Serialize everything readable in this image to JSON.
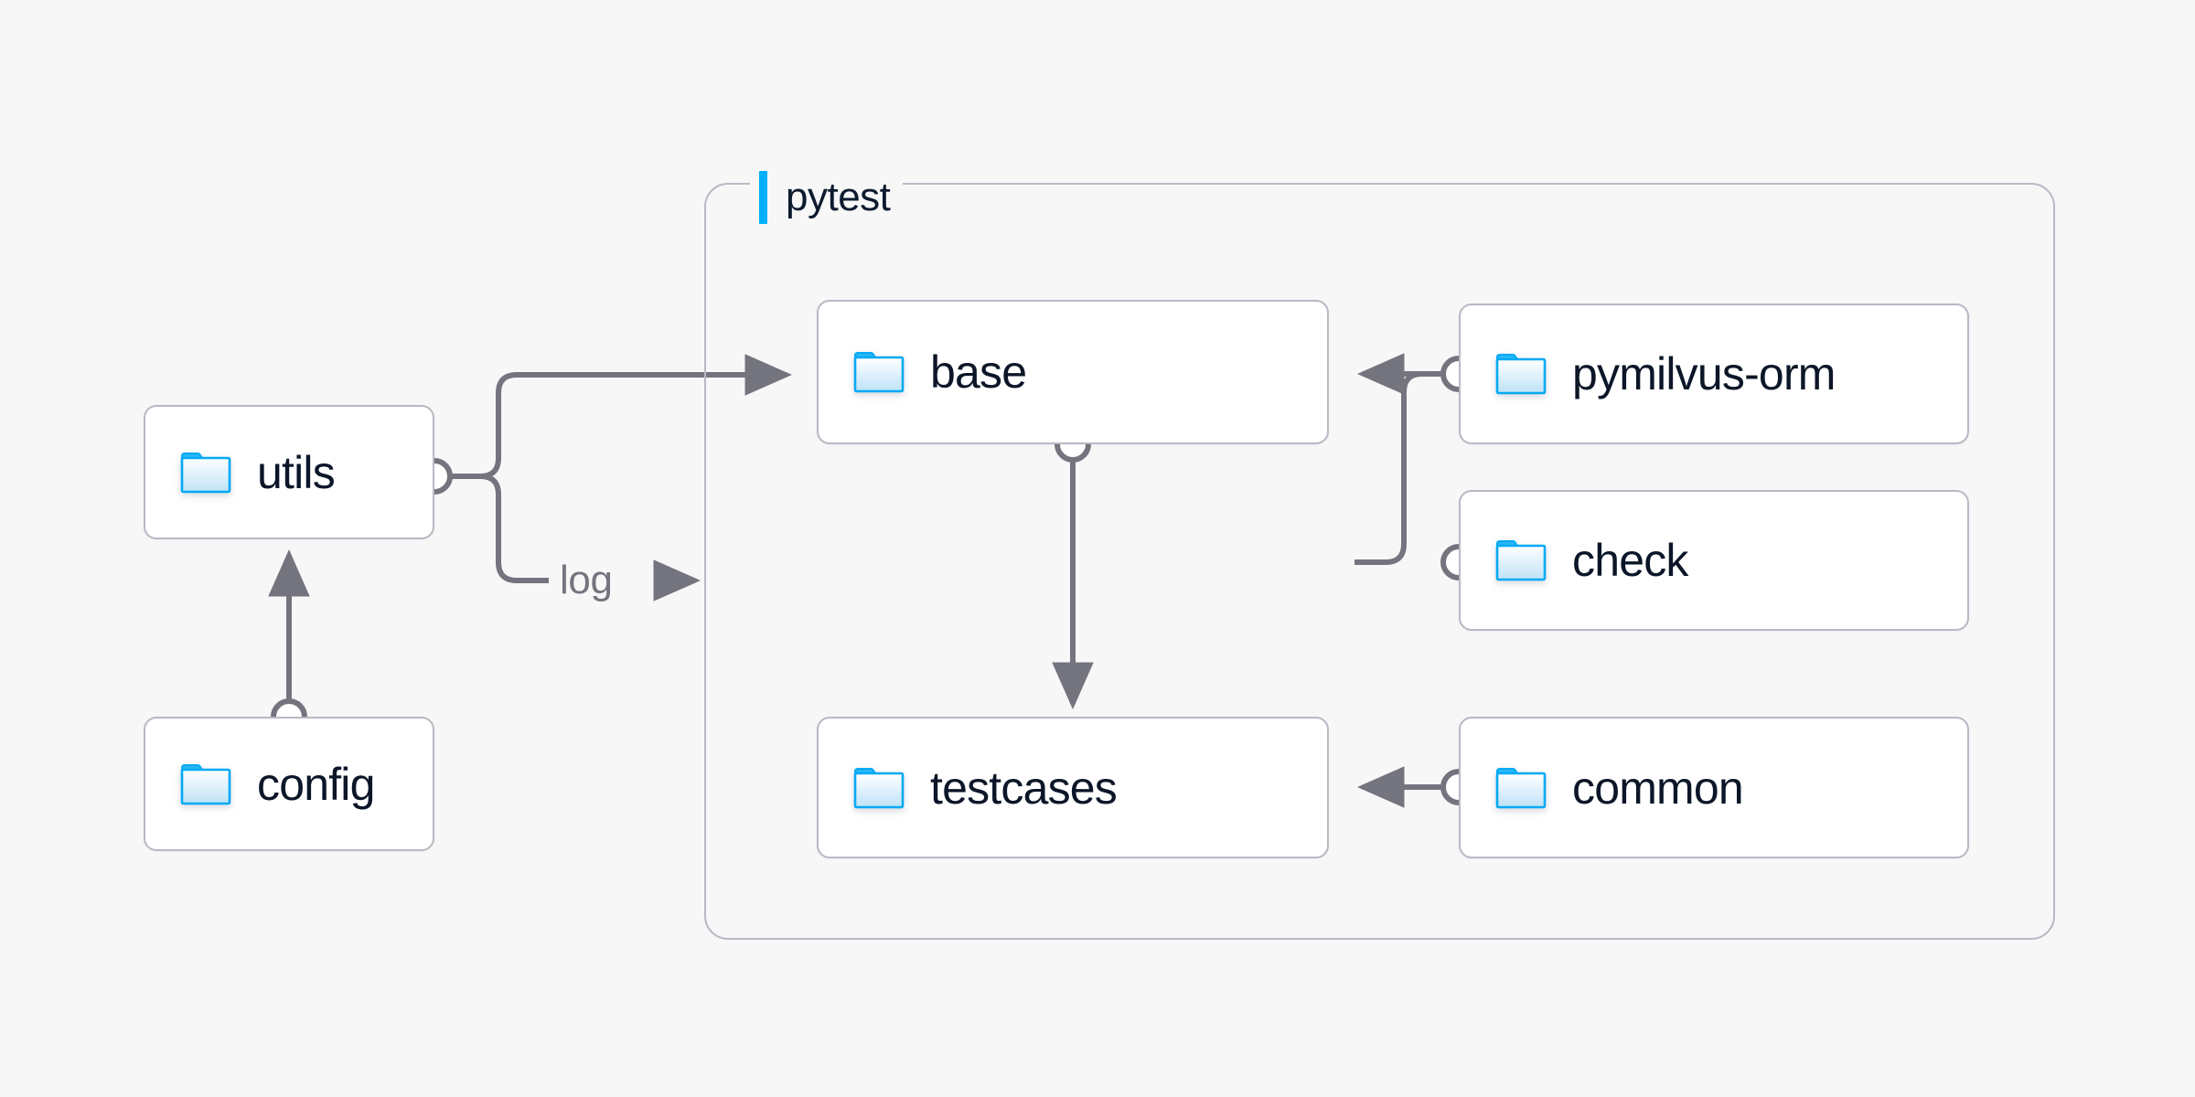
{
  "diagram": {
    "type": "architecture-dependency-diagram",
    "background_color": "#f7f7f8",
    "accent_color": "#00b0ff",
    "node_border_color": "#b9b8c4",
    "edge_color": "#74747f",
    "text_color": "#0b1628"
  },
  "group": {
    "name": "pytest",
    "label": "pytest",
    "bar_color": "#00b0ff"
  },
  "nodes": [
    {
      "id": "utils",
      "label": "utils",
      "icon": "folder-icon",
      "inside_group": false
    },
    {
      "id": "config",
      "label": "config",
      "icon": "folder-icon",
      "inside_group": false
    },
    {
      "id": "base",
      "label": "base",
      "icon": "folder-icon",
      "inside_group": true
    },
    {
      "id": "testcases",
      "label": "testcases",
      "icon": "folder-icon",
      "inside_group": true
    },
    {
      "id": "pymilvus-orm",
      "label": "pymilvus-orm",
      "icon": "folder-icon",
      "inside_group": true
    },
    {
      "id": "check",
      "label": "check",
      "icon": "folder-icon",
      "inside_group": true
    },
    {
      "id": "common",
      "label": "common",
      "icon": "folder-icon",
      "inside_group": true
    }
  ],
  "edges": [
    {
      "from": "config",
      "to": "utils",
      "label": "",
      "arrow": "up"
    },
    {
      "from": "utils",
      "to": "base",
      "label": "",
      "arrow": "right"
    },
    {
      "from": "utils",
      "to": "pytest",
      "label": "log",
      "arrow": "right"
    },
    {
      "from": "base",
      "to": "testcases",
      "label": "",
      "arrow": "down"
    },
    {
      "from": "pymilvus-orm",
      "to": "base",
      "label": "",
      "arrow": "left"
    },
    {
      "from": "check",
      "to": "base",
      "label": "",
      "arrow": "left"
    },
    {
      "from": "common",
      "to": "testcases",
      "label": "",
      "arrow": "left"
    }
  ],
  "edge_labels": {
    "log": "log"
  }
}
